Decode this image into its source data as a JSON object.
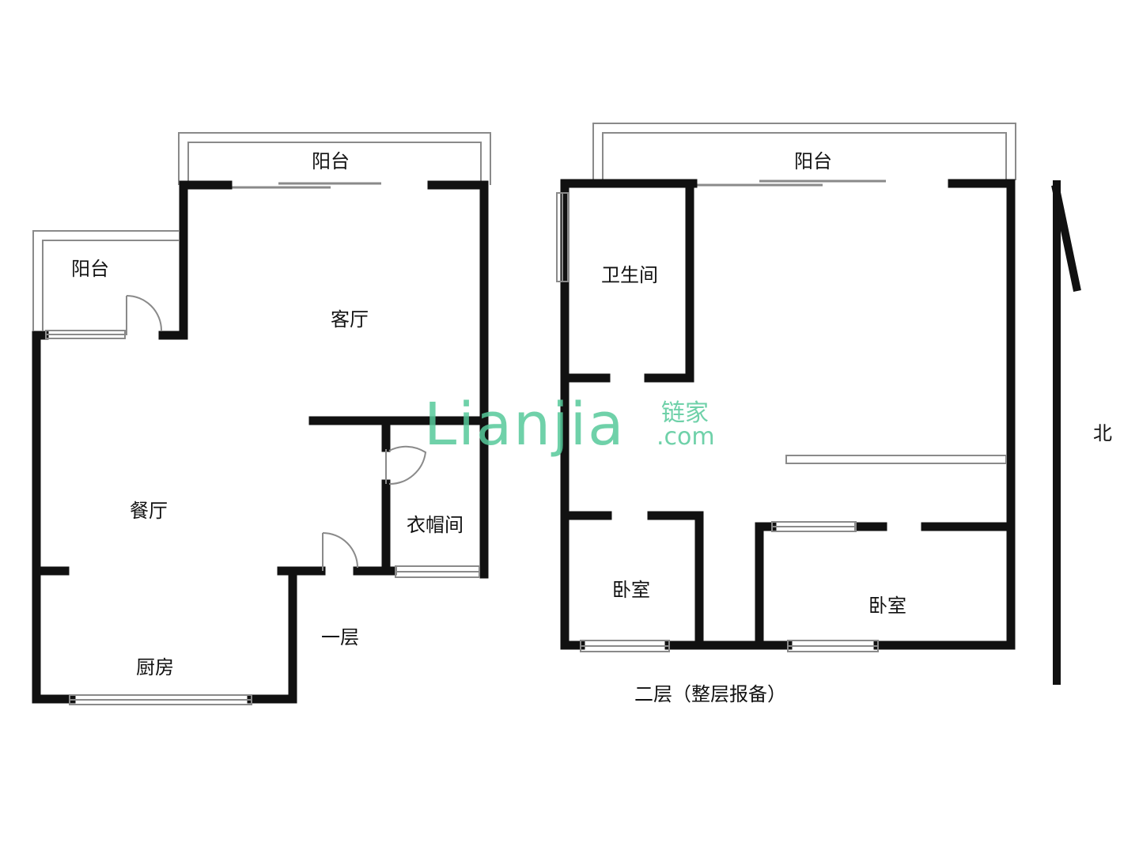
{
  "floor1": {
    "caption": "一层",
    "rooms": {
      "balcony_top": "阳台",
      "balcony_left": "阳台",
      "living": "客厅",
      "dining": "餐厅",
      "cloakroom": "衣帽间",
      "kitchen": "厨房"
    }
  },
  "floor2": {
    "caption": "二层（整层报备）",
    "rooms": {
      "balcony": "阳台",
      "bathroom": "卫生间",
      "bedroom_left": "卧室",
      "bedroom_right": "卧室"
    }
  },
  "compass": {
    "north_label": "北"
  },
  "watermark": {
    "brand": "Lianjia",
    "cn": "链家",
    "domain": ".com"
  },
  "colors": {
    "wall": "#111111",
    "thin_line": "#8a8a8a",
    "watermark": "#56c99a"
  }
}
